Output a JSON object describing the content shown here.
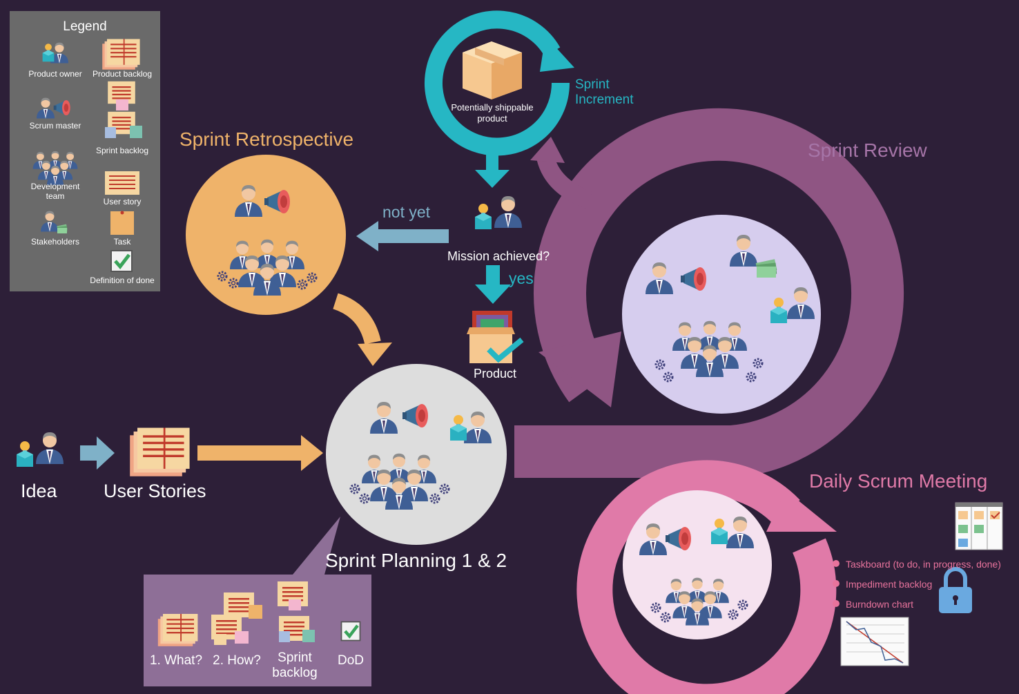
{
  "legend": {
    "title": "Legend",
    "items": [
      {
        "label": "Product owner"
      },
      {
        "label": "Product backlog"
      },
      {
        "label": "Scrum master"
      },
      {
        "label": "Sprint backlog"
      },
      {
        "label": "Development team"
      },
      {
        "label": "User story"
      },
      {
        "label": "Stakeholders"
      },
      {
        "label": "Task"
      },
      {
        "label": "Definition of done"
      }
    ]
  },
  "headings": {
    "sprint_retrospective": "Sprint Retrospective",
    "sprint_review": "Sprint Review",
    "daily_scrum": "Daily Scrum Meeting",
    "sprint_planning": "Sprint Planning 1 & 2",
    "sprint_increment": "Sprint\nIncrement"
  },
  "labels": {
    "potentially_shippable": "Potentially shippable\nproduct",
    "mission": "Mission achieved?",
    "not_yet": "not yet",
    "yes": "yes",
    "product": "Product",
    "idea": "Idea",
    "user_stories": "User Stories"
  },
  "planning_box": {
    "items": [
      {
        "label": "1. What?"
      },
      {
        "label": "2. How?"
      },
      {
        "label": "Sprint\nbacklog"
      },
      {
        "label": "DoD"
      }
    ]
  },
  "daily_scrum_artifacts": [
    {
      "label": "Taskboard (to do, in progress, done)"
    },
    {
      "label": "Impediment backlog"
    },
    {
      "label": "Burndown chart"
    }
  ],
  "colors": {
    "background": "#2d1f38",
    "teal": "#26b7c4",
    "orange": "#efb36a",
    "purple": "#8f5583",
    "review_text": "#a675a8",
    "pink": "#e07aa8",
    "light_blue": "#7fb1c8",
    "legend_bg": "#6a6a6a",
    "planning_bg": "#8e6f97"
  },
  "icons": [
    "person-icon",
    "megaphone-icon",
    "gear-icon",
    "lightbulb-icon",
    "box-icon",
    "money-icon",
    "checkmark-icon",
    "lock-icon",
    "taskboard-icon",
    "burndown-chart-icon",
    "backlog-icon",
    "user-story-icon",
    "sticky-note-icon"
  ]
}
